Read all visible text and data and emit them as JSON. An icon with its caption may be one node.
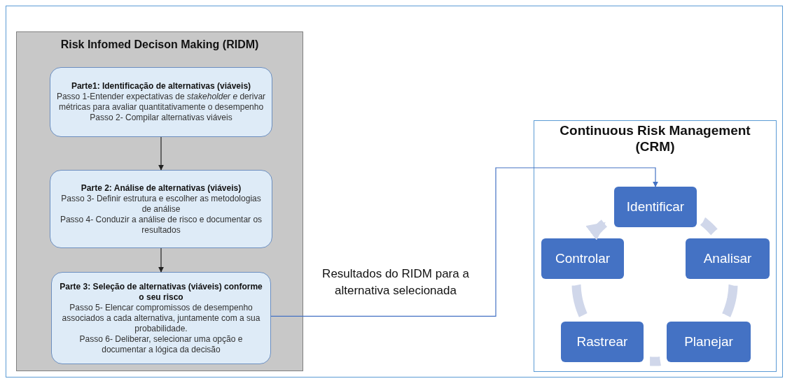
{
  "diagram": {
    "nodes": [
      {
        "text": [
          "Risk Infomed Decison Making (RIDM)"
        ]
      },
      {
        "text": [
          "Parte1: Identificação de alternativas (viáveis)",
          "Passo 1-Entender expectativas de *stakeholder e* derivar métricas para avaliar quantitativamente o desempenho",
          "Passo 2- Compilar alternativas viáveis"
        ],
        "in": 0
      },
      {
        "text": [
          "Parte 2: Análise de alternativas (viáveis)",
          "Passo 3- Definir estrutura e escolher as metodologias de análise",
          "Passo 4- Conduzir a análise de risco e documentar os resultados"
        ],
        "in": 0
      },
      {
        "text": [
          "Parte 3: Seleção de alternativas (viáveis) conforme o seu risco",
          "Passo 5- Elencar compromissos de desempenho associados a cada alternativa, juntamente com a sua probabilidade.",
          "Passo 6- Deliberar, selecionar uma opção e documentar a lógica da decisão"
        ],
        "in": 0
      },
      {
        "text": [
          "Continuous Risk Management (CRM)"
        ]
      },
      {
        "text": [
          "Identificar"
        ],
        "in": 4
      },
      {
        "text": [
          "Analisar"
        ],
        "in": 4
      },
      {
        "text": [
          "Planejar"
        ],
        "in": 4
      },
      {
        "text": [
          "Rastrear"
        ],
        "in": 4
      },
      {
        "text": [
          "Controlar"
        ],
        "in": 4
      }
    ],
    "edges": [
      {
        "from": 1,
        "to": 2,
        "arrow": "to",
        "color": "#222222"
      },
      {
        "from": 2,
        "to": 3,
        "arrow": "to",
        "color": "#222222"
      },
      {
        "from": 3,
        "to": 5,
        "arrow": "to",
        "label": "Resultados do RIDM para a alternativa selecionada",
        "color": "#4472c4"
      },
      {
        "from": 5,
        "to": 6,
        "arrow": "none"
      },
      {
        "from": 6,
        "to": 7,
        "arrow": "none"
      },
      {
        "from": 7,
        "to": 8,
        "arrow": "none"
      },
      {
        "from": 8,
        "to": 9,
        "arrow": "none"
      },
      {
        "from": 9,
        "to": 5,
        "arrow": "to"
      }
    ]
  }
}
